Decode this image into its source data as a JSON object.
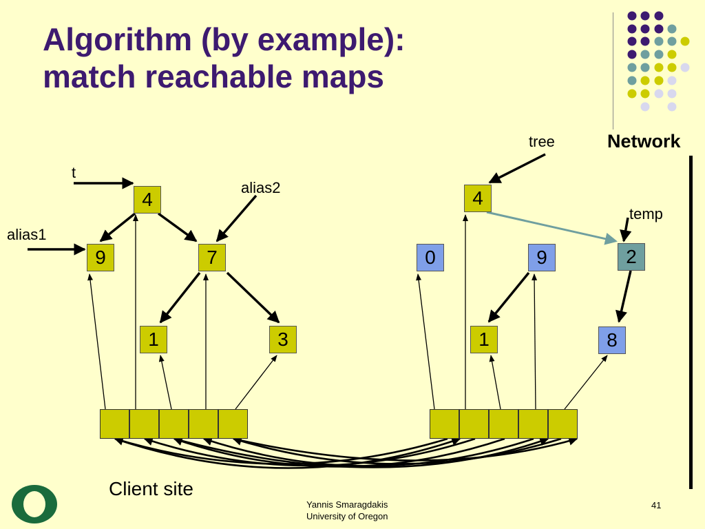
{
  "slide": {
    "title_line1": "Algorithm (by example):",
    "title_line2": "match reachable maps",
    "network_label": "Network",
    "client_site_label": "Client site",
    "footer_author": "Yannis Smaragdakis",
    "footer_institution": "University of Oregon",
    "page_number": "41"
  },
  "labels": {
    "t": "t",
    "alias1": "alias1",
    "alias2": "alias2",
    "tree": "tree",
    "temp": "temp"
  },
  "left_tree": {
    "root": "4",
    "left_child": "9",
    "right_child": "7",
    "right_left": "1",
    "right_right": "3"
  },
  "right_tree": {
    "root": "4",
    "node_0": "0",
    "node_9": "9",
    "node_2": "2",
    "node_1": "1",
    "node_8": "8"
  },
  "colors": {
    "background": "#ffffcc",
    "title": "#3d1a70",
    "olive_node": "#cccc00",
    "blue_node": "#7f9fe8",
    "teal_node": "#6f9f9f",
    "dot_purple": "#3d1a70",
    "dot_teal": "#6f9f9f",
    "dot_yellow": "#cccc00",
    "dot_lavender": "#d8d8ee",
    "logo_green": "#1a6b3c"
  }
}
